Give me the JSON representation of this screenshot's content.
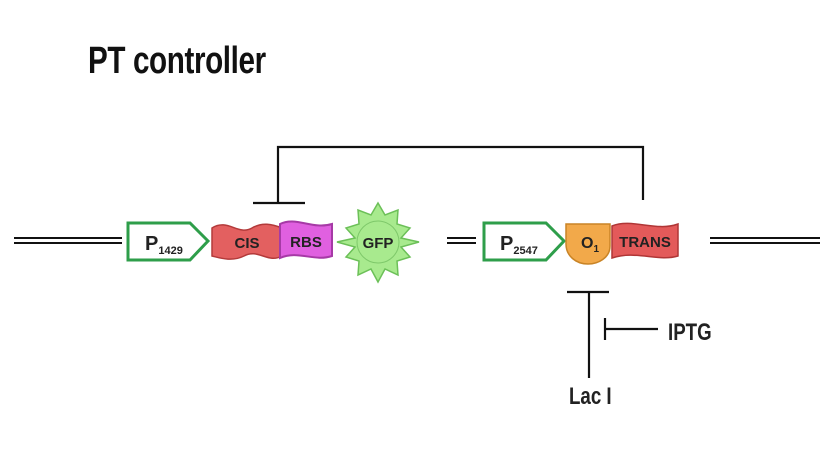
{
  "title": "PT controller",
  "parts": {
    "promoter1": {
      "main": "P",
      "sub": "1429"
    },
    "cis": "CIS",
    "rbs": "RBS",
    "gfp": "GFP",
    "promoter2": {
      "main": "P",
      "sub": "2547"
    },
    "operator": {
      "main": "O",
      "sub": "1"
    },
    "trans": "TRANS"
  },
  "labels": {
    "iptg": "IPTG",
    "laci": "Lac I"
  },
  "colors": {
    "promoter_border": "#2e9e4a",
    "cis_fill": "#e36060",
    "rbs_fill": "#e060e0",
    "gfp_fill": "#a8ea8e",
    "operator_fill": "#f2a94a",
    "trans_fill": "#e35a5a",
    "line": "#111111"
  }
}
